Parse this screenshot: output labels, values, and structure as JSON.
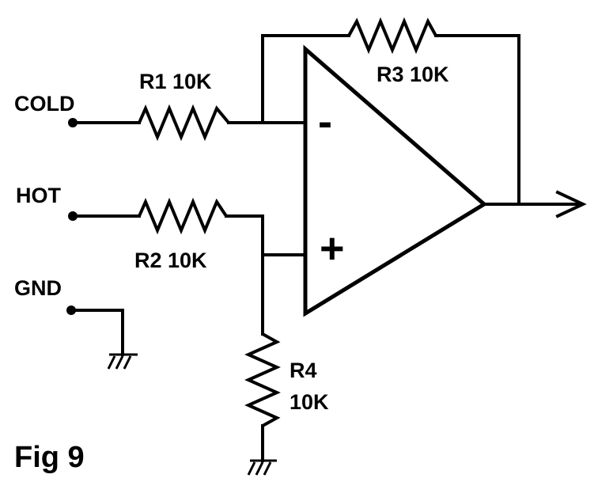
{
  "figure": {
    "caption": "Fig 9",
    "terminals": {
      "cold": "COLD",
      "hot": "HOT",
      "gnd": "GND"
    },
    "resistors": [
      {
        "id": "r1",
        "label": "R1 10K"
      },
      {
        "id": "r2",
        "label": "R2  10K"
      },
      {
        "id": "r3",
        "label": "R3 10K"
      },
      {
        "id": "r4",
        "name": "R4",
        "value": "10K"
      }
    ],
    "opamp": {
      "inverting_symbol": "-",
      "noninverting_symbol": "+"
    }
  }
}
